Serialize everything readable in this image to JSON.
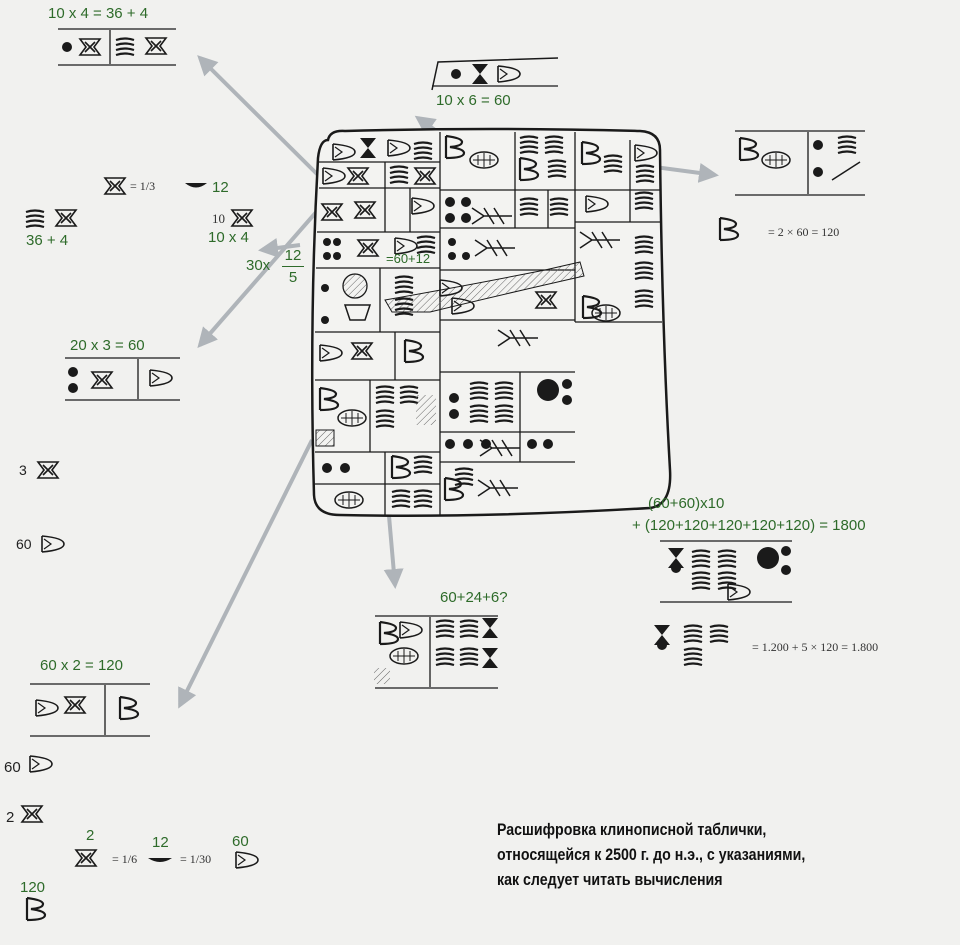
{
  "labels": {
    "eq_10x4": "10 x 4 = 36 + 4",
    "eq_10x6": "10 x 6 = 60",
    "eq_third": "= 1/3",
    "num_12a": "12",
    "num_36_4": "36 + 4",
    "num_10": "10",
    "num_10x4": "10 x 4",
    "mul_30x": "30x",
    "frac_12": "12",
    "frac_5": "5",
    "eq_60_12": "=60+12",
    "eq_20x3": "20 x 3 = 60",
    "num_3": "3",
    "num_60a": "60",
    "eq_2x60": "= 2 × 60 = 120",
    "eq_1800_top": "(60+60)x10",
    "eq_1800_bottom": "+ (120+120+120+120+120) = 1800",
    "eq_60_24_6": "60+24+6?",
    "eq_1200": "= 1.200 + 5 × 120 = 1.800",
    "eq_60x2": "60 x 2 = 120",
    "num_60b": "60",
    "num_2a": "2",
    "num_2b": "2",
    "eq_sixth": "= 1/6",
    "num_12b": "12",
    "eq_thirtieth": "= 1/30",
    "num_60c": "60",
    "num_120": "120"
  },
  "caption": {
    "line1": "Расшифровка клинописной таблички,",
    "line2": "относящейся к 2500 г. до н.э., с указаниями,",
    "line3": "как следует читать вычисления"
  },
  "colors": {
    "label_green": "#2e6b2a",
    "arrow_gray": "#a8aeb4",
    "ink": "#1a1a1a"
  }
}
